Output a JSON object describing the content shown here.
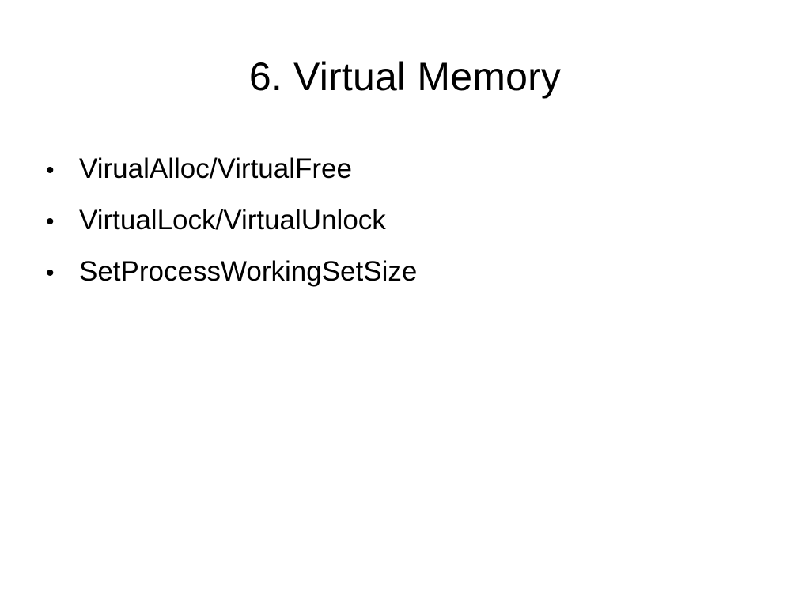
{
  "slide": {
    "title": "6. Virtual Memory",
    "bullet_symbol": "•",
    "bullets": [
      "VirualAlloc/VirtualFree",
      "VirtualLock/VirtualUnlock",
      "SetProcessWorkingSetSize"
    ]
  }
}
